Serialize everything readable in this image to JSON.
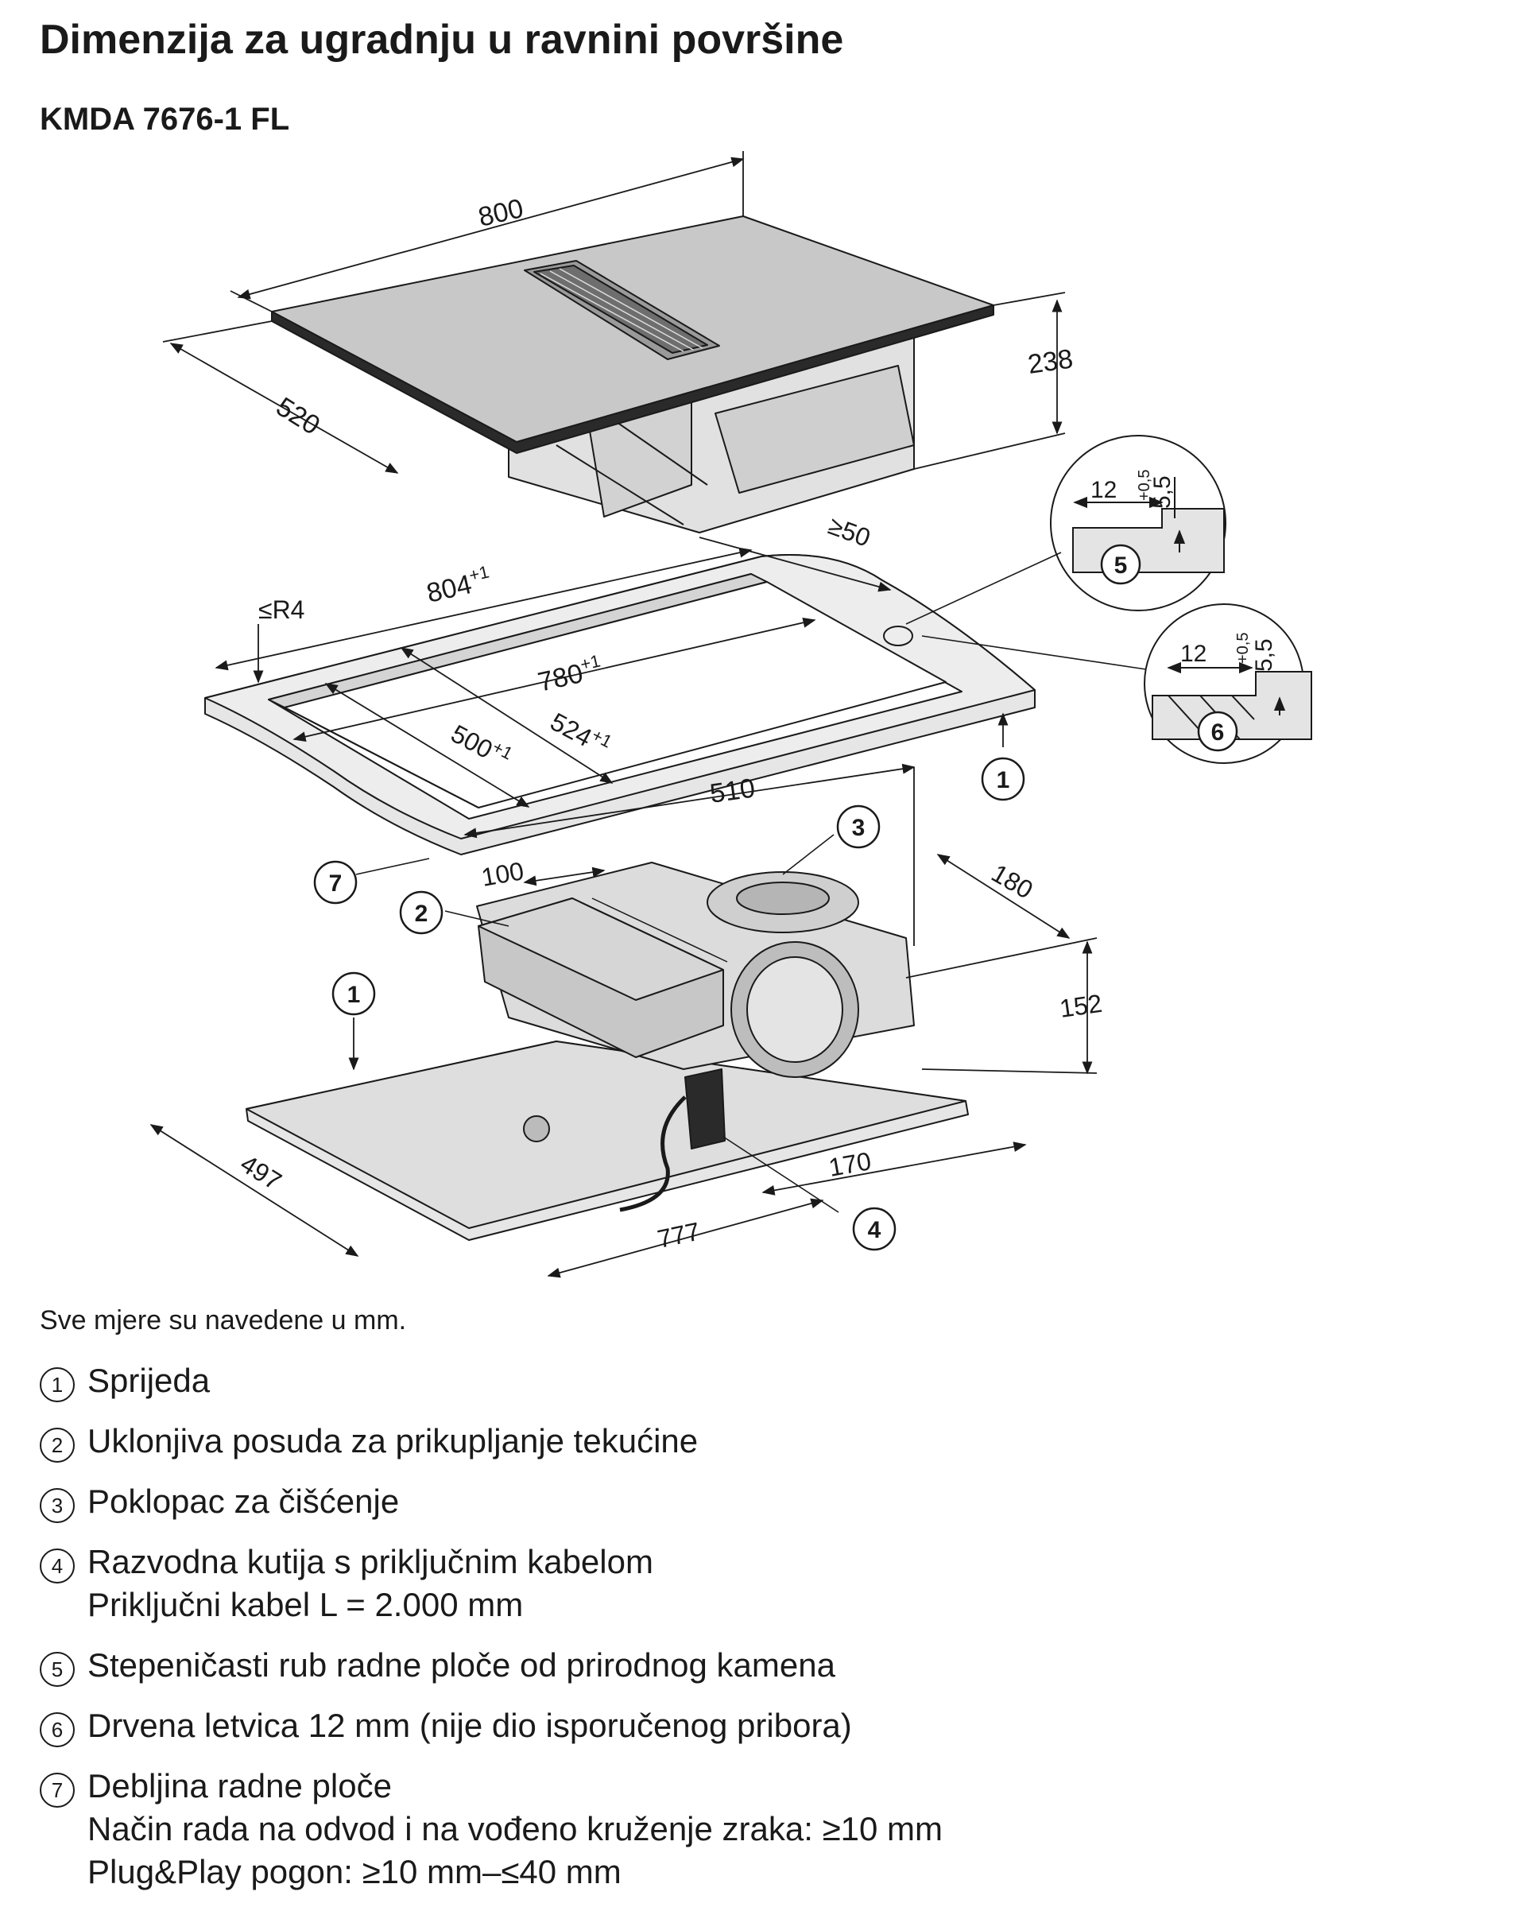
{
  "title": "Dimenzija za ugradnju u ravnini površine",
  "model": "KMDA 7676-1 FL",
  "dimensions": {
    "width_800": "800",
    "depth_520": "520",
    "height_238": "238",
    "min_50": "≥50",
    "radius": "≤R4",
    "outer_cut": "804",
    "outer_cut_tol": "+1",
    "inner_cut": "780",
    "inner_cut_tol": "+1",
    "inner_depth": "524",
    "inner_depth_tol": "+1",
    "outer_depth": "500",
    "outer_depth_tol": "+1",
    "d510": "510",
    "d100": "100",
    "d180": "180",
    "d152": "152",
    "d497": "497",
    "d170": "170",
    "d777": "777",
    "detail_12": "12",
    "detail_tol": "+0,5",
    "detail_55": "5,5"
  },
  "callouts": [
    "1",
    "2",
    "3",
    "4",
    "5",
    "6",
    "7"
  ],
  "note": "Sve mjere su navedene u mm.",
  "legend": [
    {
      "num": "1",
      "lines": [
        "Sprijeda"
      ]
    },
    {
      "num": "2",
      "lines": [
        "Uklonjiva posuda za prikupljanje tekućine"
      ]
    },
    {
      "num": "3",
      "lines": [
        "Poklopac za čišćenje"
      ]
    },
    {
      "num": "4",
      "lines": [
        "Razvodna kutija s priključnim kabelom",
        "Priključni kabel L = 2.000 mm"
      ]
    },
    {
      "num": "5",
      "lines": [
        "Stepeničasti rub radne ploče od prirodnog kamena"
      ]
    },
    {
      "num": "6",
      "lines": [
        "Drvena letvica 12 mm (nije dio isporučenog pribora)"
      ]
    },
    {
      "num": "7",
      "lines": [
        "Debljina radne ploče",
        "Način rada na odvod i na vođeno kruženje zraka: ≥10 mm",
        "Plug&Play pogon: ≥10 mm–≤40 mm"
      ]
    }
  ]
}
